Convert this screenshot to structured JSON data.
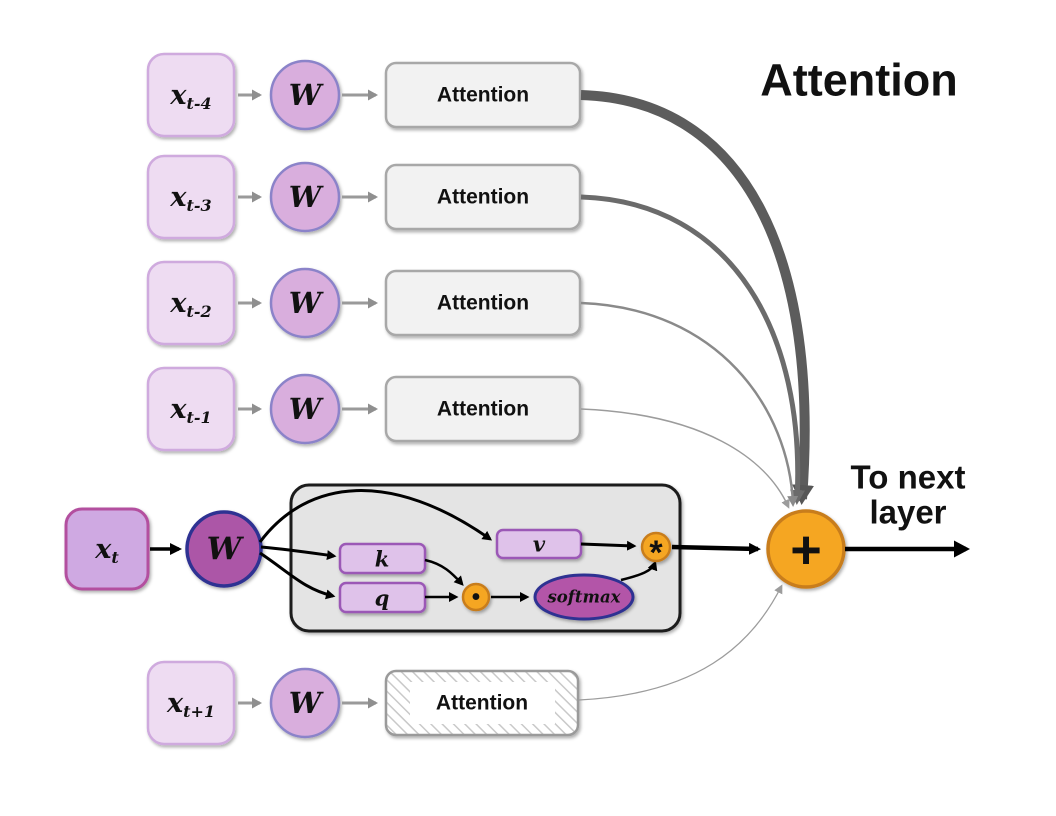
{
  "title": "Attention",
  "output": {
    "line1": "To next",
    "line2": "layer"
  },
  "rows": [
    {
      "x_main": "x",
      "x_sub": "t-4",
      "w": "W",
      "attention": "Attention",
      "curve_width": "10"
    },
    {
      "x_main": "x",
      "x_sub": "t-3",
      "w": "W",
      "attention": "Attention",
      "curve_width": "5"
    },
    {
      "x_main": "x",
      "x_sub": "t-2",
      "w": "W",
      "attention": "Attention",
      "curve_width": "2.5"
    },
    {
      "x_main": "x",
      "x_sub": "t-1",
      "w": "W",
      "attention": "Attention",
      "curve_width": "1.5"
    }
  ],
  "current": {
    "x_main": "x",
    "x_sub": "t",
    "w": "W",
    "k": "k",
    "q": "q",
    "v": "v",
    "dot": "•",
    "softmax": "softmax",
    "mult": "*",
    "sum": "+"
  },
  "future": {
    "x_main": "x",
    "x_sub": "t+1",
    "w": "W",
    "attention": "Attention",
    "curve_width": "1.3"
  },
  "colors": {
    "accent_orange": "#F5A623",
    "orange_border": "#C87D1E",
    "input_box_fill": "#EEDCF2",
    "input_box_border": "#CFAADE",
    "current_box_fill": "#CFA9E2",
    "current_box_border": "#B3509F",
    "weight_circle_fill": "#D9AEDD",
    "weight_circle_border": "#8B83C9",
    "weight_circle_current_fill": "#AC57A7",
    "weight_circle_current_border": "#2E3192",
    "softmax_fill": "#B355A8",
    "attention_box_fill": "#F2F2F2",
    "detail_box_fill": "#E4E4E4",
    "arrow_gray": "#8F8F8F",
    "arrow_black": "#000000"
  }
}
